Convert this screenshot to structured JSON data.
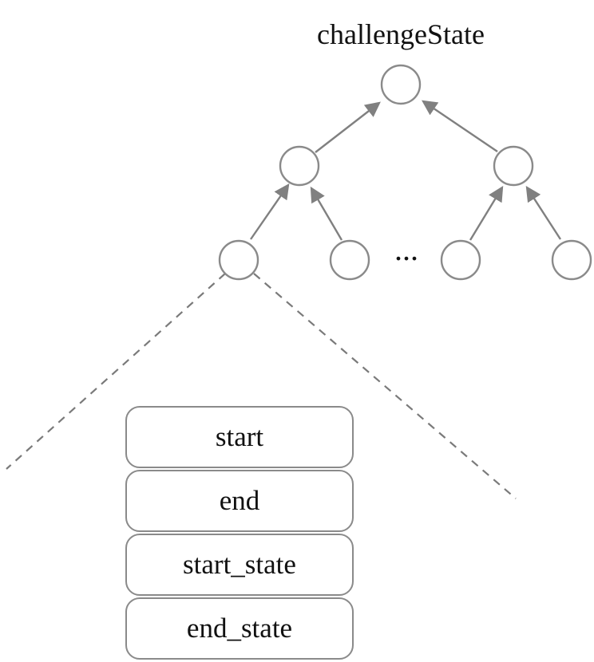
{
  "root_label": "challengeState",
  "ellipsis": "...",
  "fields": [
    "start",
    "end",
    "start_state",
    "end_state"
  ],
  "colors": {
    "node_stroke": "#8a8a8a",
    "edge": "#808080",
    "dashed": "#7a7a7a",
    "text": "#111111"
  }
}
